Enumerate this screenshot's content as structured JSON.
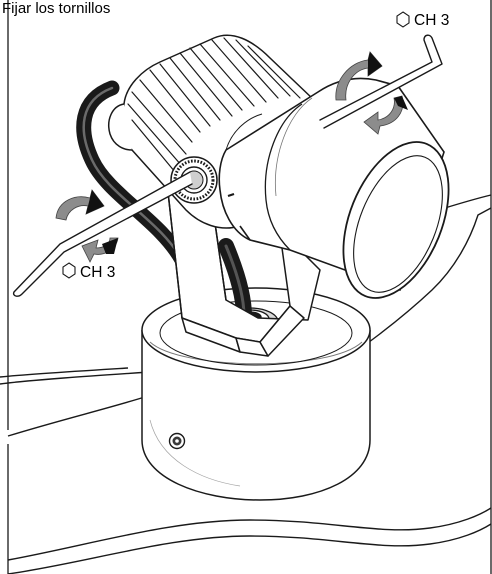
{
  "diagram": {
    "instruction_text": "Fijar los tornillos",
    "callouts": [
      {
        "id": "top-right",
        "icon": "hex-key-icon",
        "label": "CH 3"
      },
      {
        "id": "bottom-left",
        "icon": "hex-key-icon",
        "label": "CH 3"
      }
    ],
    "colors": {
      "line": "#1a1a1a",
      "arrow_fill": "#8c8c8c",
      "arrow_dark": "#111111",
      "cable": "#1a1a1a"
    }
  }
}
